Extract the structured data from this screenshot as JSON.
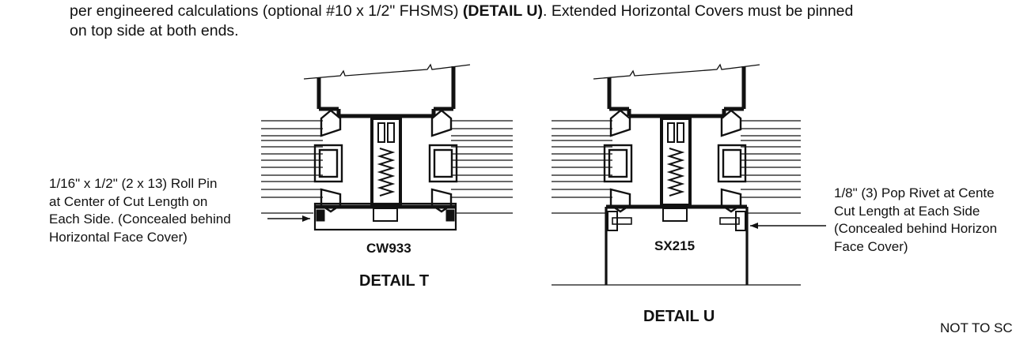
{
  "intro": {
    "line1_a": "per engineered calculations (optional #10 x 1/2\" FHSMS) ",
    "line1_b": "(DETAIL U)",
    "line1_c": ". Extended Horizontal Covers must be pinned",
    "line2": "on top side at both ends."
  },
  "detail_t": {
    "part": "CW933",
    "title": "DETAIL T",
    "callout": [
      "1/16\" x 1/2\" (2 x 13) Roll Pin",
      "at Center of Cut Length on",
      "Each Side. (Concealed behind",
      "Horizontal Face Cover)"
    ]
  },
  "detail_u": {
    "part": "SX215",
    "title": "DETAIL U",
    "callout": [
      "1/8\" (3) Pop Rivet at Cente",
      "Cut Length at Each Side",
      "(Concealed behind Horizon",
      "Face Cover)"
    ]
  },
  "scale_note": "NOT TO SC"
}
